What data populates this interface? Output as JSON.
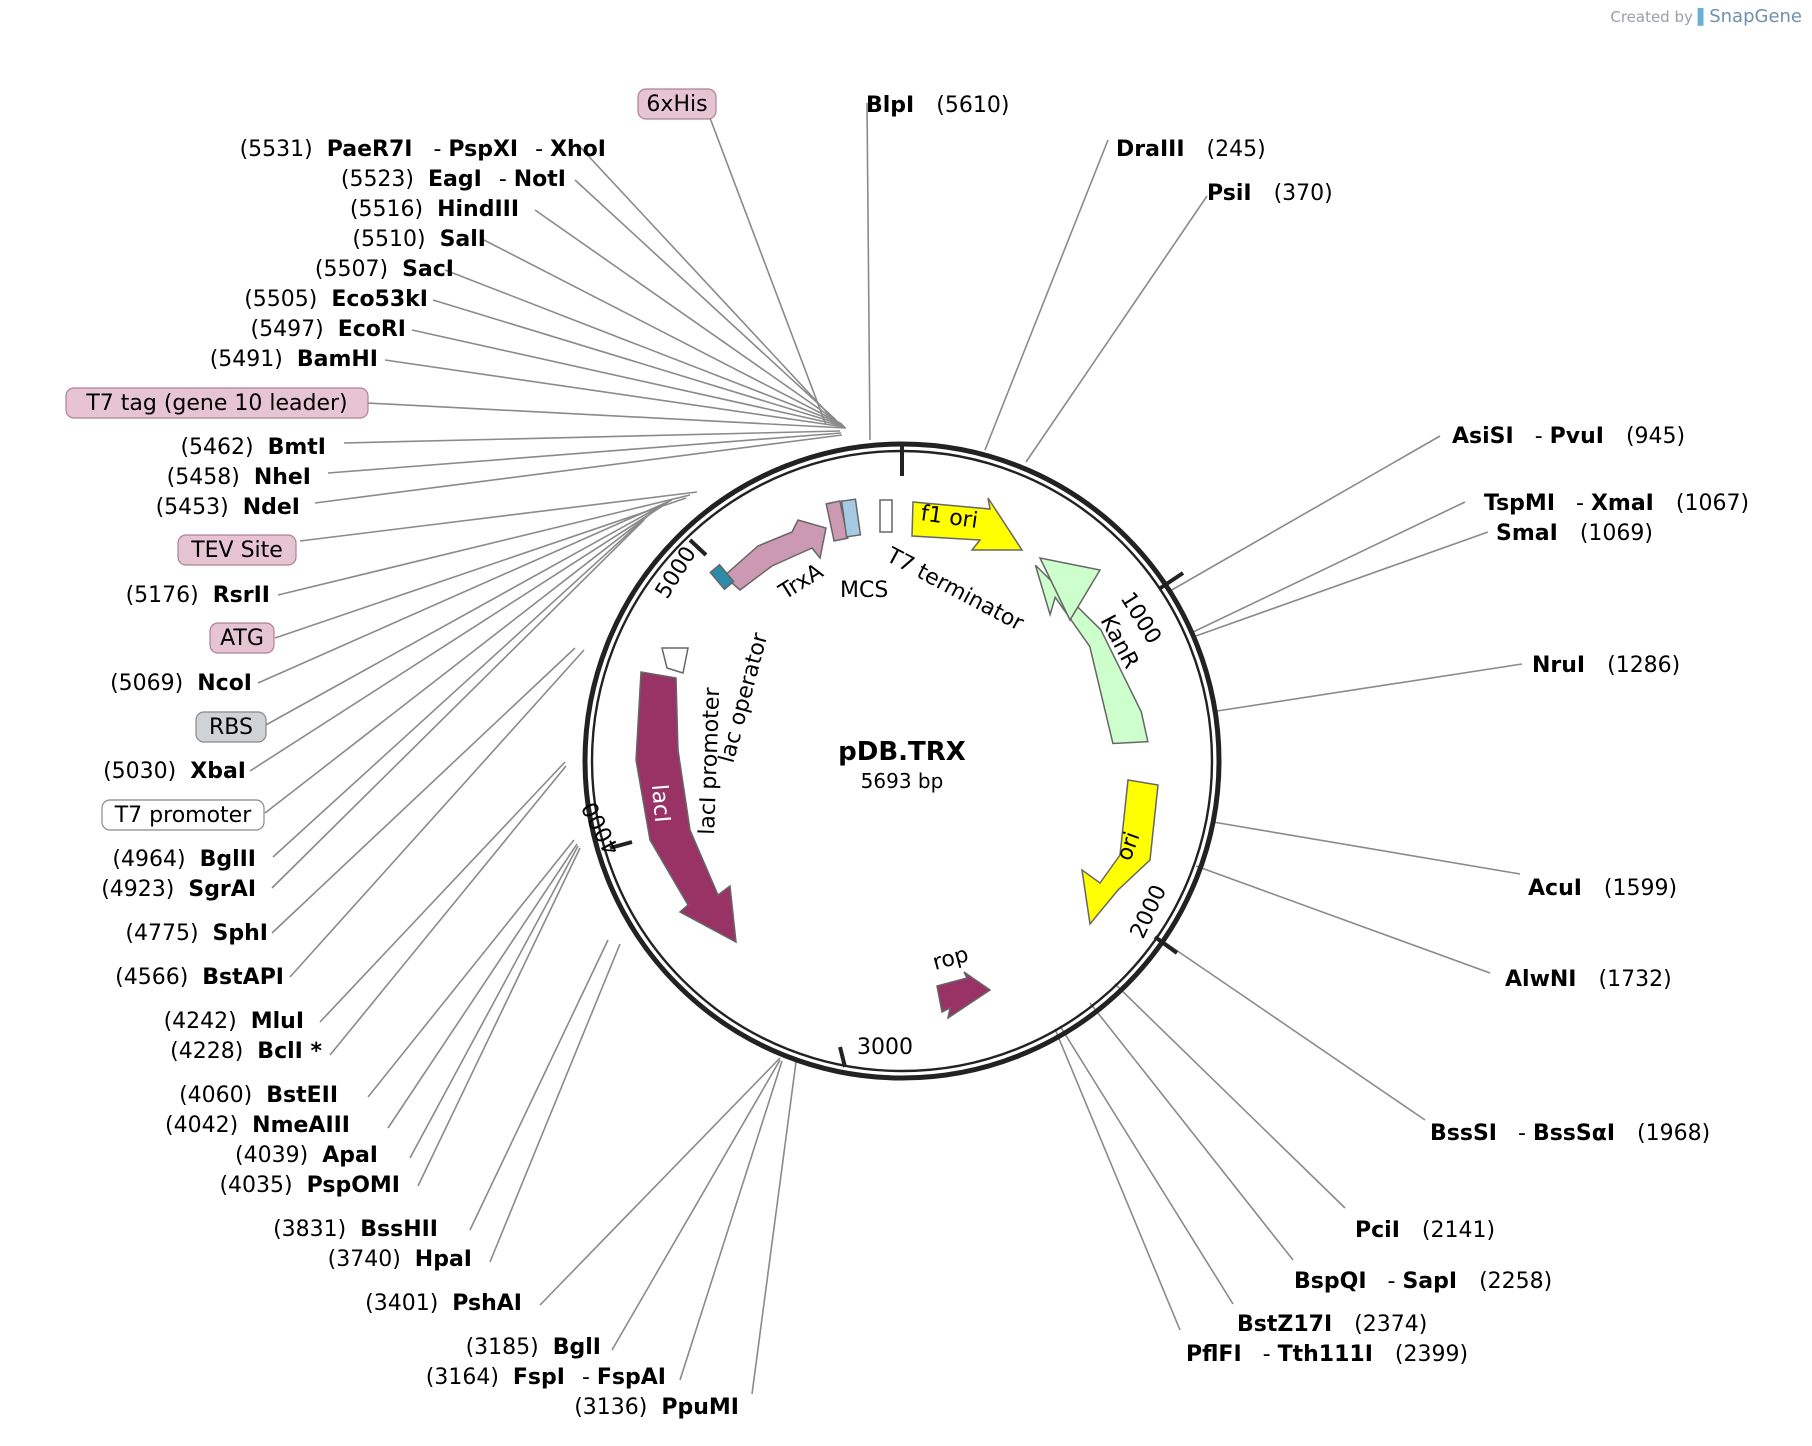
{
  "credit": {
    "prefix": "Created by",
    "brand": "SnapGene"
  },
  "plasmid": {
    "name": "pDB.TRX",
    "length_label": "5693 bp",
    "length": 5693
  },
  "ticks": [
    "1000",
    "2000",
    "3000",
    "4000",
    "5000"
  ],
  "features": [
    {
      "name": "f1 ori",
      "color": "#ffff00"
    },
    {
      "name": "KanR",
      "color": "#ccffcc"
    },
    {
      "name": "ori",
      "color": "#ffff00"
    },
    {
      "name": "rop",
      "color": "#993366"
    },
    {
      "name": "lacI",
      "color": "#993366"
    },
    {
      "name": "lacI promoter",
      "color": "#ffffff"
    },
    {
      "name": "lac operator",
      "color": "#ffffff"
    },
    {
      "name": "TrxA",
      "color": "#cc99b2"
    },
    {
      "name": "MCS",
      "color": "#a6cae3"
    },
    {
      "name": "T7 terminator",
      "color": "#ffffff"
    }
  ],
  "boxed_labels": [
    {
      "text": "6xHis",
      "color": "#e6c4d1"
    },
    {
      "text": "T7 tag (gene 10 leader)",
      "color": "#e6c4d1"
    },
    {
      "text": "TEV Site",
      "color": "#e6c4d1"
    },
    {
      "text": "ATG",
      "color": "#e6c4d1"
    },
    {
      "text": "RBS",
      "color": "#d0d3d6"
    },
    {
      "text": "T7 promoter",
      "color": "#ffffff"
    }
  ],
  "right_sites": [
    {
      "names": [
        "BlpI"
      ],
      "pos": "(5610)"
    },
    {
      "names": [
        "DraIII"
      ],
      "pos": "(245)"
    },
    {
      "names": [
        "PsiI"
      ],
      "pos": "(370)"
    },
    {
      "names": [
        "AsiSI",
        "PvuI"
      ],
      "pos": "(945)"
    },
    {
      "names": [
        "TspMI",
        "XmaI"
      ],
      "pos": "(1067)"
    },
    {
      "names": [
        "SmaI"
      ],
      "pos": "(1069)"
    },
    {
      "names": [
        "NruI"
      ],
      "pos": "(1286)"
    },
    {
      "names": [
        "AcuI"
      ],
      "pos": "(1599)"
    },
    {
      "names": [
        "AlwNI"
      ],
      "pos": "(1732)"
    },
    {
      "names": [
        "BssSI",
        "BssSαI"
      ],
      "pos": "(1968)"
    },
    {
      "names": [
        "PciI"
      ],
      "pos": "(2141)"
    },
    {
      "names": [
        "BspQI",
        "SapI"
      ],
      "pos": "(2258)"
    },
    {
      "names": [
        "BstZ17I"
      ],
      "pos": "(2374)"
    },
    {
      "names": [
        "PflFI",
        "Tth111I"
      ],
      "pos": "(2399)"
    }
  ],
  "left_sites": [
    {
      "names": [
        "PaeR7I",
        "PspXI",
        "XhoI"
      ],
      "pos": "(5531)"
    },
    {
      "names": [
        "EagI",
        "NotI"
      ],
      "pos": "(5523)"
    },
    {
      "names": [
        "HindIII"
      ],
      "pos": "(5516)"
    },
    {
      "names": [
        "SalI"
      ],
      "pos": "(5510)"
    },
    {
      "names": [
        "SacI"
      ],
      "pos": "(5507)"
    },
    {
      "names": [
        "Eco53kI"
      ],
      "pos": "(5505)"
    },
    {
      "names": [
        "EcoRI"
      ],
      "pos": "(5497)"
    },
    {
      "names": [
        "BamHI"
      ],
      "pos": "(5491)"
    },
    {
      "names": [
        "BmtI"
      ],
      "pos": "(5462)"
    },
    {
      "names": [
        "NheI"
      ],
      "pos": "(5458)"
    },
    {
      "names": [
        "NdeI"
      ],
      "pos": "(5453)"
    },
    {
      "names": [
        "RsrII"
      ],
      "pos": "(5176)"
    },
    {
      "names": [
        "NcoI"
      ],
      "pos": "(5069)"
    },
    {
      "names": [
        "XbaI"
      ],
      "pos": "(5030)"
    },
    {
      "names": [
        "BglII"
      ],
      "pos": "(4964)"
    },
    {
      "names": [
        "SgrAI"
      ],
      "pos": "(4923)"
    },
    {
      "names": [
        "SphI"
      ],
      "pos": "(4775)"
    },
    {
      "names": [
        "BstAPI"
      ],
      "pos": "(4566)"
    },
    {
      "names": [
        "MluI"
      ],
      "pos": "(4242)"
    },
    {
      "names": [
        "BclI *"
      ],
      "pos": "(4228)",
      "color": "#808080"
    },
    {
      "names": [
        "BstEII"
      ],
      "pos": "(4060)"
    },
    {
      "names": [
        "NmeAIII"
      ],
      "pos": "(4042)"
    },
    {
      "names": [
        "ApaI"
      ],
      "pos": "(4039)"
    },
    {
      "names": [
        "PspOMI"
      ],
      "pos": "(4035)"
    },
    {
      "names": [
        "BssHII"
      ],
      "pos": "(3831)"
    },
    {
      "names": [
        "HpaI"
      ],
      "pos": "(3740)"
    },
    {
      "names": [
        "PshAI"
      ],
      "pos": "(3401)"
    },
    {
      "names": [
        "BglI"
      ],
      "pos": "(3185)"
    },
    {
      "names": [
        "FspI",
        "FspAI"
      ],
      "pos": "(3164)"
    },
    {
      "names": [
        "PpuMI"
      ],
      "pos": "(3136)"
    }
  ]
}
